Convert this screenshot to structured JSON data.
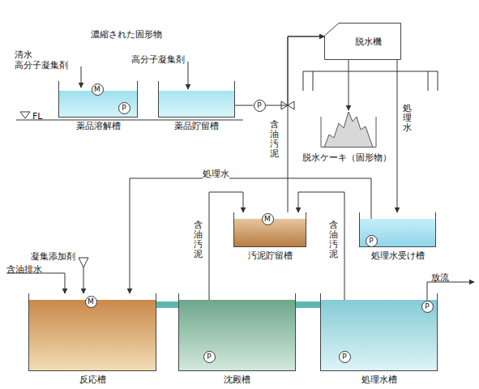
{
  "diagram": {
    "nodes": [
      {
        "text": [
          "薬品溶解槽"
        ]
      },
      {
        "text": [
          "M"
        ],
        "in": 0
      },
      {
        "text": [
          "P"
        ],
        "in": 0
      },
      {
        "text": [
          "薬品貯留槽"
        ]
      },
      {
        "text": [
          "P"
        ]
      },
      {
        "text": [
          "脱水機"
        ]
      },
      {
        "text": [
          "脱水ケーキ（固形物）"
        ]
      },
      {
        "text": [
          "汚泥貯留槽"
        ]
      },
      {
        "text": [
          "M"
        ],
        "in": 7
      },
      {
        "text": [
          "処理水受け槽"
        ]
      },
      {
        "text": [
          "P"
        ],
        "in": 9
      },
      {
        "text": [
          "反応槽"
        ]
      },
      {
        "text": [
          "M"
        ],
        "in": 11
      },
      {
        "text": [
          "沈殿槽"
        ]
      },
      {
        "text": [
          "P"
        ],
        "in": 13
      },
      {
        "text": [
          "処理水槽"
        ]
      },
      {
        "text": [
          "P"
        ],
        "in": 15
      },
      {
        "text": [
          "P"
        ],
        "in": 15
      }
    ],
    "edges": [
      {
        "from": 3,
        "to": 4,
        "arrow": "none"
      },
      {
        "from": 4,
        "to": 5,
        "arrow": "to"
      },
      {
        "from": 7,
        "to": 5,
        "label": "含油汚泥",
        "arrow": "to"
      },
      {
        "from": 5,
        "to": 6,
        "arrow": "to"
      },
      {
        "from": 5,
        "to": 9,
        "label": "処理水",
        "arrow": "to"
      },
      {
        "from": 10,
        "to": 11,
        "label": "処理水",
        "arrow": "to"
      },
      {
        "from": 14,
        "to": 7,
        "label": "含油汚泥",
        "arrow": "to"
      },
      {
        "from": 16,
        "to": 7,
        "label": "含油汚泥",
        "arrow": "to"
      },
      {
        "from": 11,
        "to": 13,
        "arrow": "none"
      },
      {
        "from": 13,
        "to": 15,
        "arrow": "none"
      }
    ],
    "labels": [
      "濃縮された固形物",
      "清水",
      "高分子凝集剤",
      "高分子凝集剤",
      "FL",
      "凝集添加剤",
      "含油排水",
      "放流"
    ]
  }
}
